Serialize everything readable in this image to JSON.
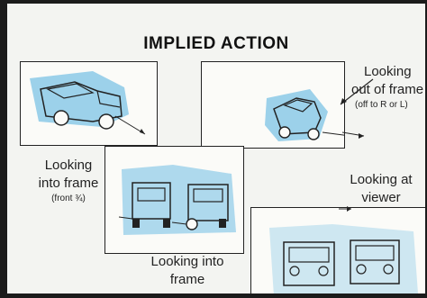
{
  "slide": {
    "title": "IMPLIED ACTION",
    "panels": [
      {
        "caption": "Looking into frame",
        "note": "(front ¾)"
      },
      {
        "caption": "Looking out of frame",
        "note": "(off to R or L)"
      },
      {
        "caption": "Looking into frame",
        "note": ""
      },
      {
        "caption": "Looking at viewer",
        "note": ""
      }
    ]
  },
  "labels": {
    "c1_line1": "Looking",
    "c1_line2": "into frame",
    "c1_note": "(front ¾)",
    "c2_line1": "Looking",
    "c2_line2": "out of frame",
    "c2_note": "(off to R or L)",
    "c3_line1": "Looking into",
    "c3_line2": "frame",
    "c4_line1": "Looking at",
    "c4_line2": "viewer"
  },
  "colors": {
    "slide_bg": "#f3f4f1",
    "highlight": "#7cc3e6",
    "ink": "#222222"
  }
}
